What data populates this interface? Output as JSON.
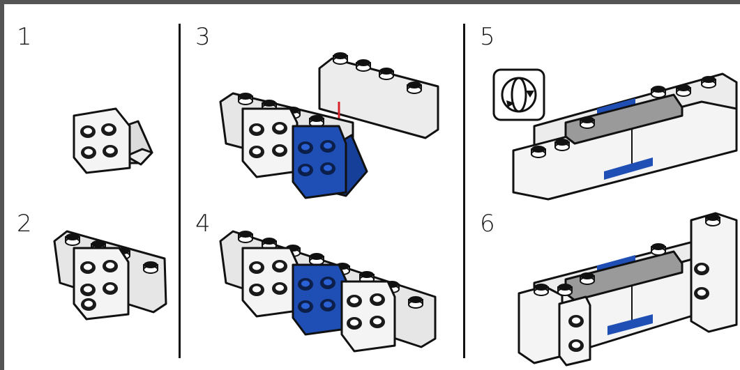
{
  "steps": [
    {
      "number": "1"
    },
    {
      "number": "2"
    },
    {
      "number": "3"
    },
    {
      "number": "4"
    },
    {
      "number": "5"
    },
    {
      "number": "6"
    }
  ],
  "icons": {
    "rotate": "rotate-model-icon"
  },
  "colors": {
    "frame": "#555555",
    "brick_white": "#f4f4f4",
    "brick_side": "#d9d9d9",
    "brick_blue": "#1f4fb5",
    "brick_grey": "#9a9a9a",
    "arrow_red": "#d8232a",
    "outline": "#111111"
  }
}
